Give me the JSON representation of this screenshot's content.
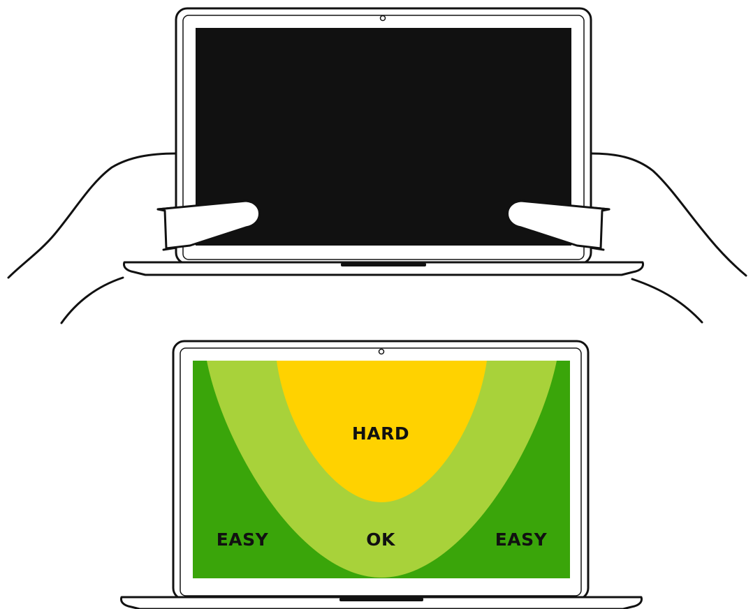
{
  "colors": {
    "outline": "#111111",
    "background": "#ffffff",
    "screen_off": "#111111",
    "easy_zone": "#3aa50a",
    "ok_zone": "#a8d23a",
    "hard_zone": "#ffd200",
    "label_text": "#111111"
  },
  "icons": {
    "hands": "hand-icon",
    "camera": "camera-icon"
  },
  "thumb_zone": {
    "hard_label": "HARD",
    "ok_label": "OK",
    "easy_left_label": "EASY",
    "easy_right_label": "EASY"
  }
}
